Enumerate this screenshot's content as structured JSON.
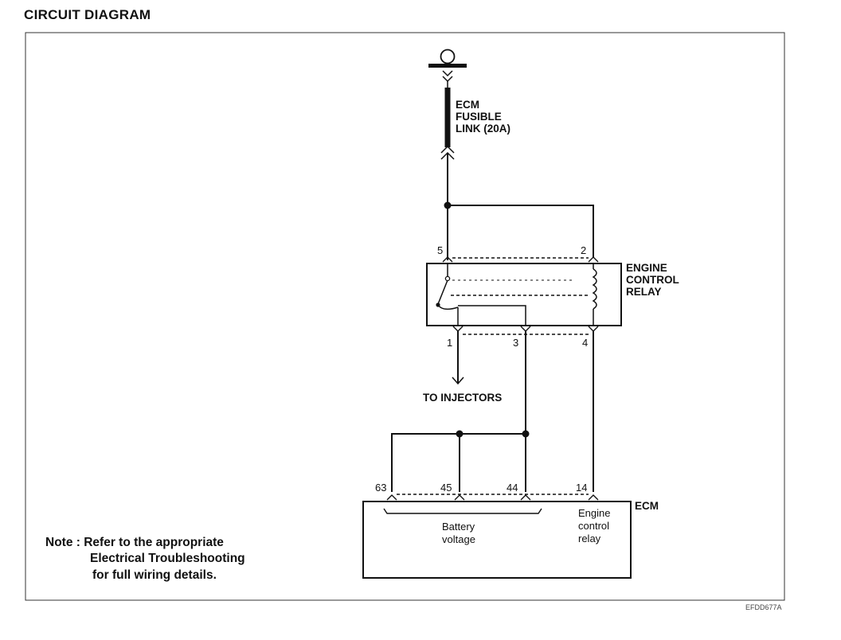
{
  "header": {
    "title": "CIRCUIT DIAGRAM"
  },
  "fuse": {
    "line1": "ECM",
    "line2": "FUSIBLE",
    "line3": "LINK (20A)"
  },
  "relay": {
    "line1": "ENGINE",
    "line2": "CONTROL",
    "line3": "RELAY",
    "pins": {
      "p5": "5",
      "p2": "2",
      "p1": "1",
      "p3": "3",
      "p4": "4"
    }
  },
  "injectors": {
    "label": "TO INJECTORS"
  },
  "ecm": {
    "label": "ECM",
    "pins": {
      "p63": "63",
      "p45": "45",
      "p44": "44",
      "p14": "14"
    },
    "battery": {
      "line1": "Battery",
      "line2": "voltage"
    },
    "relay_label": {
      "line1": "Engine",
      "line2": "control",
      "line3": "relay"
    }
  },
  "note": {
    "line1": "Note : Refer to the appropriate",
    "line2": "Electrical Troubleshooting",
    "line3": "for full wiring details."
  },
  "figure_code": "EFDD677A"
}
